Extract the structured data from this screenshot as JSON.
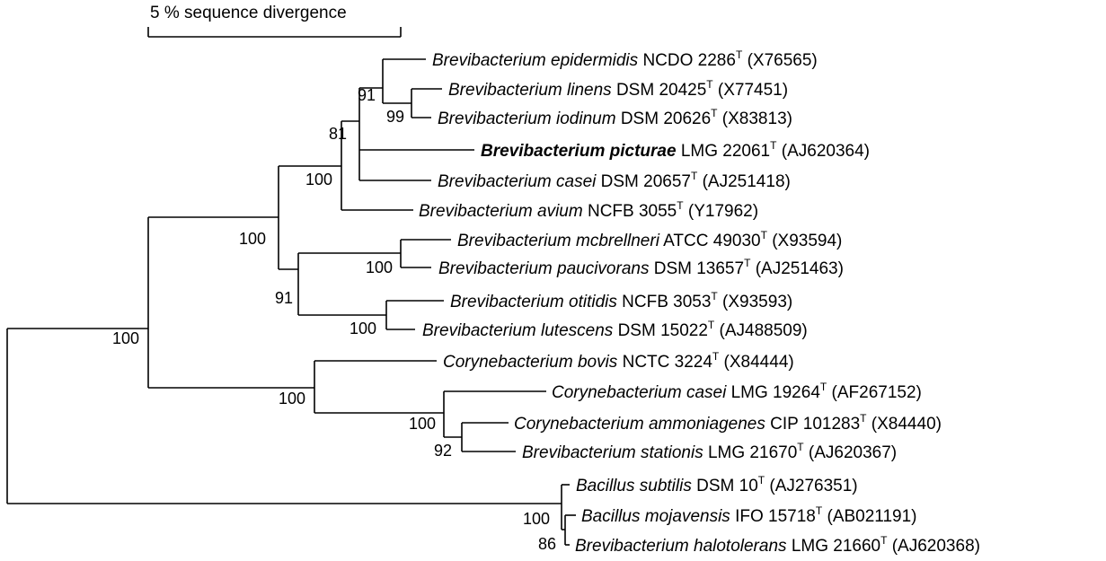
{
  "scale_bar": {
    "label": "5 % sequence divergence"
  },
  "taxa": [
    {
      "genus": "Brevibacterium",
      "species": "epidermidis",
      "strain": "NCDO 2286",
      "sup": "T",
      "accession": "(X76565)",
      "bold": false
    },
    {
      "genus": "Brevibacterium",
      "species": "linens",
      "strain": "DSM 20425",
      "sup": "T",
      "accession": "(X77451)",
      "bold": false
    },
    {
      "genus": "Brevibacterium",
      "species": "iodinum",
      "strain": "DSM 20626",
      "sup": "T",
      "accession": "(X83813)",
      "bold": false
    },
    {
      "genus": "Brevibacterium",
      "species": "picturae",
      "strain": "LMG 22061",
      "sup": "T",
      "accession": "(AJ620364)",
      "bold": true
    },
    {
      "genus": "Brevibacterium",
      "species": "casei",
      "strain": "DSM 20657",
      "sup": "T",
      "accession": "(AJ251418)",
      "bold": false
    },
    {
      "genus": "Brevibacterium",
      "species": "avium",
      "strain": "NCFB 3055",
      "sup": "T",
      "accession": "(Y17962)",
      "bold": false
    },
    {
      "genus": "Brevibacterium",
      "species": "mcbrellneri",
      "strain": "ATCC 49030",
      "sup": "T",
      "accession": "(X93594)",
      "bold": false
    },
    {
      "genus": "Brevibacterium",
      "species": "paucivorans",
      "strain": "DSM 13657",
      "sup": "T",
      "accession": "(AJ251463)",
      "bold": false
    },
    {
      "genus": "Brevibacterium",
      "species": "otitidis",
      "strain": "NCFB 3053",
      "sup": "T",
      "accession": "(X93593)",
      "bold": false
    },
    {
      "genus": "Brevibacterium",
      "species": "lutescens",
      "strain": "DSM 15022",
      "sup": "T",
      "accession": "(AJ488509)",
      "bold": false
    },
    {
      "genus": "Corynebacterium",
      "species": "bovis",
      "strain": "NCTC 3224",
      "sup": "T",
      "accession": "(X84444)",
      "bold": false
    },
    {
      "genus": "Corynebacterium",
      "species": "casei",
      "strain": "LMG 19264",
      "sup": "T",
      "accession": "(AF267152)",
      "bold": false
    },
    {
      "genus": "Corynebacterium",
      "species": "ammoniagenes",
      "strain": "CIP 101283",
      "sup": "T",
      "accession": "(X84440)",
      "bold": false
    },
    {
      "genus": "Brevibacterium",
      "species": "stationis",
      "strain": "LMG 21670",
      "sup": "T",
      "accession": "(AJ620367)",
      "bold": false
    },
    {
      "genus": "Bacillus",
      "species": "subtilis",
      "strain": "DSM 10",
      "sup": "T",
      "accession": "(AJ276351)",
      "bold": false
    },
    {
      "genus": "Bacillus",
      "species": "mojavensis",
      "strain": "IFO 15718",
      "sup": "T",
      "accession": "(AB021191)",
      "bold": false
    },
    {
      "genus": "Brevibacterium",
      "species": "halotolerans",
      "strain": "LMG 21660",
      "sup": "T",
      "accession": "(AJ620368)",
      "bold": false
    }
  ],
  "bootstrap_values": [
    "91",
    "99",
    "81",
    "100",
    "100",
    "100",
    "91",
    "100",
    "100",
    "100",
    "100",
    "92",
    "100",
    "86"
  ]
}
